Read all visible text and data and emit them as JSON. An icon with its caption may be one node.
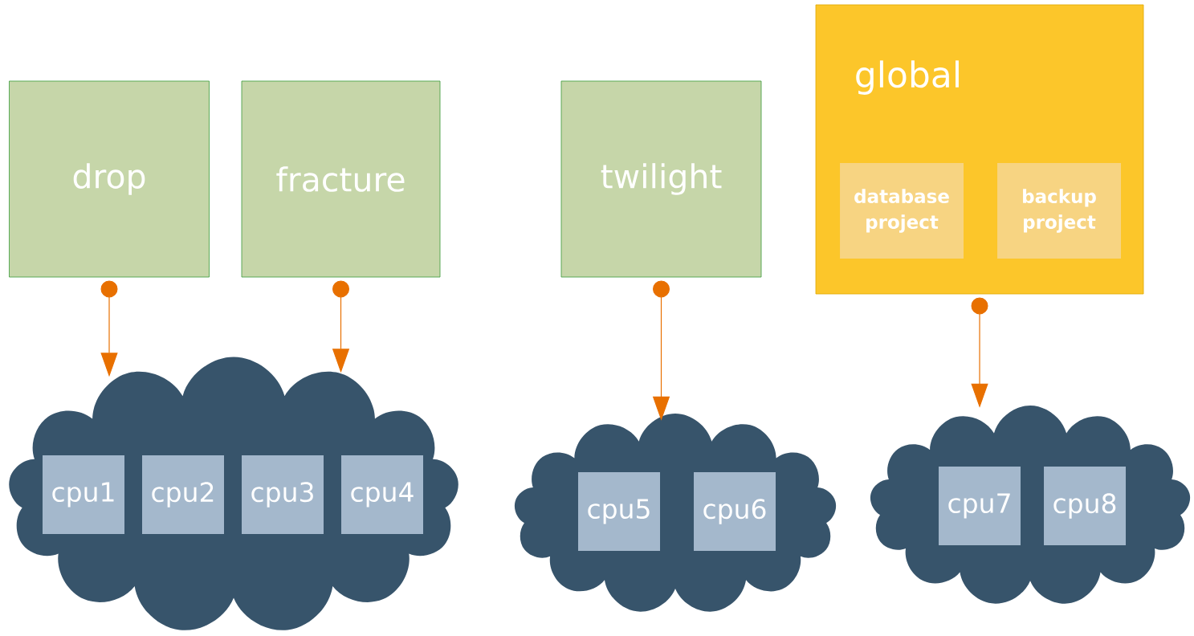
{
  "diagram": {
    "nodes": [
      {
        "text": [
          "drop"
        ]
      },
      {
        "text": [
          "fracture"
        ]
      },
      {
        "text": [
          "twilight"
        ]
      },
      {
        "text": [
          "global"
        ]
      },
      {
        "text": [
          "database project"
        ],
        "in": 3
      },
      {
        "text": [
          "backup project"
        ],
        "in": 3
      },
      {
        "text": [],
        "shape": "cloud"
      },
      {
        "text": [
          "cpu1"
        ],
        "in": 6
      },
      {
        "text": [
          "cpu2"
        ],
        "in": 6
      },
      {
        "text": [
          "cpu3"
        ],
        "in": 6
      },
      {
        "text": [
          "cpu4"
        ],
        "in": 6
      },
      {
        "text": [],
        "shape": "cloud"
      },
      {
        "text": [
          "cpu5"
        ],
        "in": 11
      },
      {
        "text": [
          "cpu6"
        ],
        "in": 11
      },
      {
        "text": [],
        "shape": "cloud"
      },
      {
        "text": [
          "cpu7"
        ],
        "in": 14
      },
      {
        "text": [
          "cpu8"
        ],
        "in": 14
      }
    ],
    "edges": [
      {
        "from": 0,
        "to": 6,
        "arrow": "to"
      },
      {
        "from": 1,
        "to": 6,
        "arrow": "to"
      },
      {
        "from": 2,
        "to": 11,
        "arrow": "to"
      },
      {
        "from": 3,
        "to": 14,
        "arrow": "to"
      }
    ]
  }
}
